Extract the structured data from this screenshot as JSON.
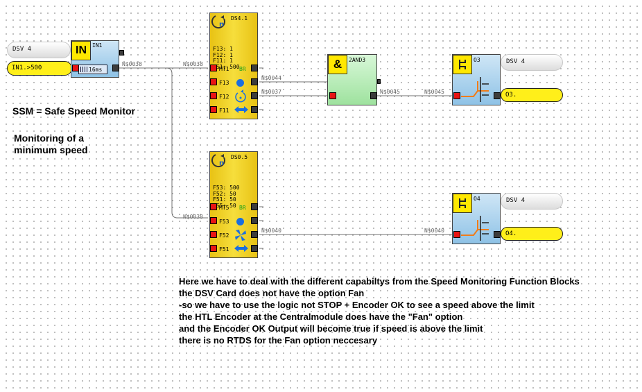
{
  "input_module": {
    "pill_label": "DSV  4",
    "signal_label": "IN1.>500",
    "block_glyph": "IN",
    "block_title": "IN1",
    "filter_label": "16ms"
  },
  "ds41": {
    "title": "DS4.1",
    "params": [
      "F13: 1",
      "F12: 1",
      "F11: 1",
      "SS1: 500"
    ],
    "rows": [
      "MT1",
      "F13",
      "F12",
      "F11"
    ],
    "br": "BR"
  },
  "ds05": {
    "title": "DS0.5",
    "params": [
      "F53: 500",
      "F52: 50",
      "F51: 50",
      "SS5: 50"
    ],
    "rows": [
      "MT5",
      "F53",
      "F52",
      "F51"
    ],
    "br": "BR"
  },
  "and_block": {
    "glyph": "&",
    "title": "2AND3"
  },
  "output_o3": {
    "title": "O3",
    "pill_label": "DSV  4",
    "signal_label": "O3."
  },
  "output_o4": {
    "title": "O4",
    "pill_label": "DSV  4",
    "signal_label": "O4."
  },
  "nets": {
    "n38_a": "N$0038",
    "n38_b": "N$0038",
    "n38_c": "N$0038",
    "n44": "N$0044",
    "n37": "N$0037",
    "n45_a": "N$0045",
    "n45_b": "N$0045",
    "n40_a": "N$0040",
    "n40_b": "N$0040"
  },
  "notes": {
    "ssm": "SSM = Safe Speed Monitor",
    "monitoring": [
      "Monitoring of a",
      "minimum speed"
    ],
    "explanation": [
      "Here we have to deal with the different capabiltys from the Speed Monitoring Function Blocks",
      "the DSV Card does not have the option Fan",
      "-so we have to use the logic not STOP + Encoder OK to see a speed above the limit",
      "the HTL Encoder at the Centralmodule does have the \"Fan\" option",
      "and the Encoder OK Output will become true if speed is above the limit",
      "there is no RTDS for the Fan option neccesary"
    ]
  },
  "colors": {
    "signal_yellow": "#ffef1a",
    "pin_red": "#e81414",
    "speed_block": "#f6de3c",
    "io_block": "#8ec2e6",
    "logic_block": "#9ee29e",
    "wire": "#707070"
  }
}
